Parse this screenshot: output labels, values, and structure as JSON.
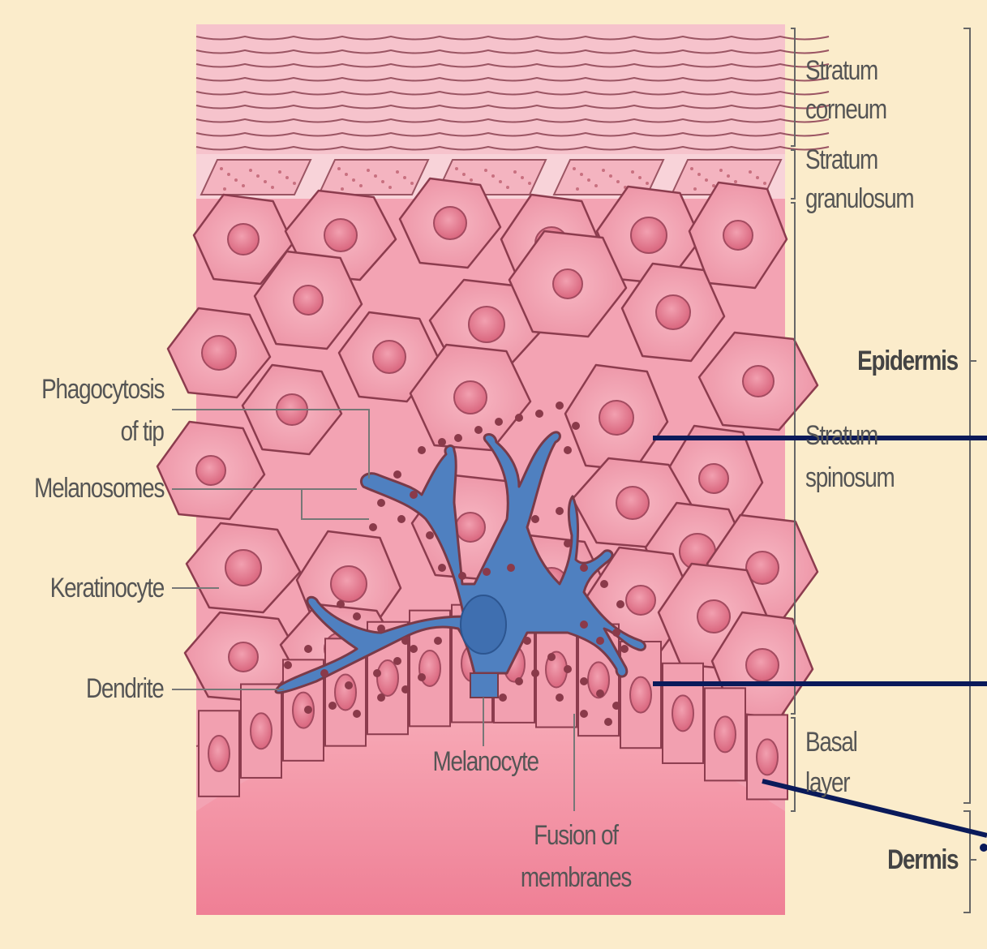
{
  "labels": {
    "stratum_corneum": [
      "Stratum",
      "corneum"
    ],
    "stratum_granulosum": [
      "Stratum",
      "granulosum"
    ],
    "stratum_spinosum": [
      "Stratum",
      "spinosum"
    ],
    "basal_layer": [
      "Basal",
      "layer"
    ],
    "epidermis": "Epidermis",
    "dermis": "Dermis",
    "phagocytosis": [
      "Phagocytosis",
      "of tip"
    ],
    "melanosomes": "Melanosomes",
    "keratinocyte": "Keratinocyte",
    "dendrite": "Dendrite",
    "melanocyte": "Melanocyte",
    "fusion": [
      "Fusion of",
      "membranes"
    ]
  },
  "colors": {
    "background": "#fbeccb",
    "tissue": "#f08aa0",
    "cell": "#f2a2b2",
    "nucleus": "#e27a90",
    "melanocyte": "#4f80c0",
    "melanosome": "#8a3a4a",
    "pointer": "#0a1a5a"
  }
}
